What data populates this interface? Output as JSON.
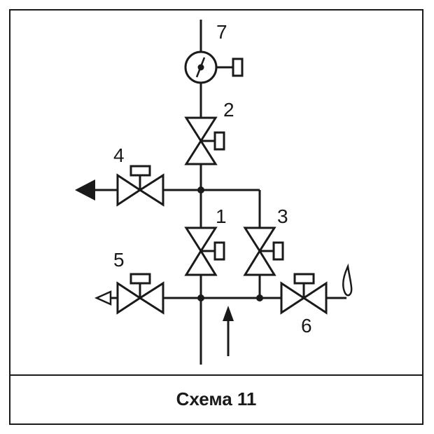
{
  "diagram": {
    "caption": "Схема 11",
    "labels": {
      "n1": "1",
      "n2": "2",
      "n3": "3",
      "n4": "4",
      "n5": "5",
      "n6": "6",
      "n7": "7"
    }
  },
  "colors": {
    "stroke": "#1a1a1a",
    "background": "#ffffff"
  }
}
